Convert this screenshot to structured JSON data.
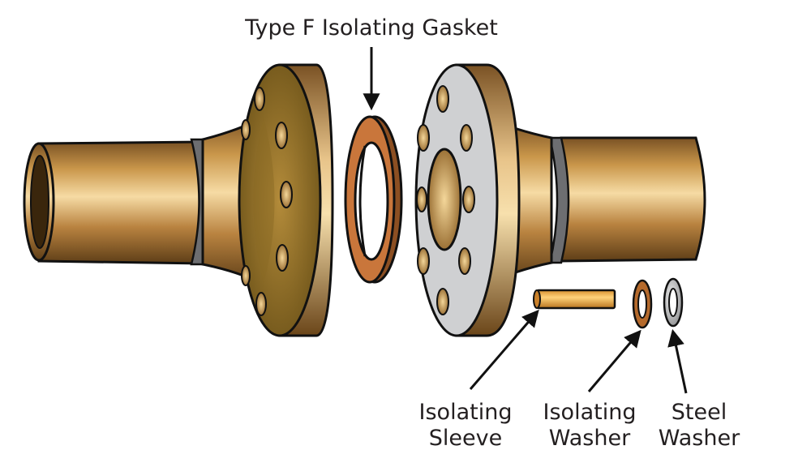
{
  "labels": {
    "gasket": "Type F Isolating Gasket",
    "sleeve": [
      "Isolating",
      "Sleeve"
    ],
    "isolating_washer": [
      "Isolating",
      "Washer"
    ],
    "steel_washer": [
      "Steel",
      "Washer"
    ]
  },
  "colors": {
    "bronze_light": "#f3d59a",
    "bronze_mid": "#c9964a",
    "bronze_dark": "#6e4a1f",
    "gasket_orange": "#c9763b",
    "steel_gray": "#c8c9cb",
    "outline": "#111111"
  }
}
